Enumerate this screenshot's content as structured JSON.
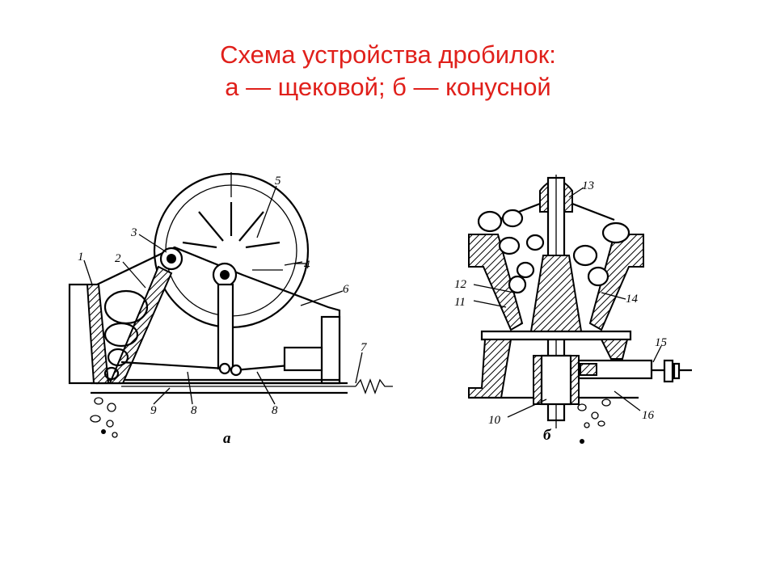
{
  "title": {
    "line1": "Схема устройства дробилок:",
    "line2": "а — щековой; б — конусной"
  },
  "jaw_crusher": {
    "caption": "а",
    "labels": [
      "1",
      "2",
      "3",
      "4",
      "5",
      "6",
      "7",
      "8",
      "8",
      "9"
    ]
  },
  "cone_crusher": {
    "caption": "б",
    "labels": [
      "10",
      "11",
      "12",
      "13",
      "14",
      "15",
      "16"
    ]
  },
  "colors": {
    "title": "#e0201b",
    "drawing": "#000000",
    "background": "#ffffff"
  }
}
